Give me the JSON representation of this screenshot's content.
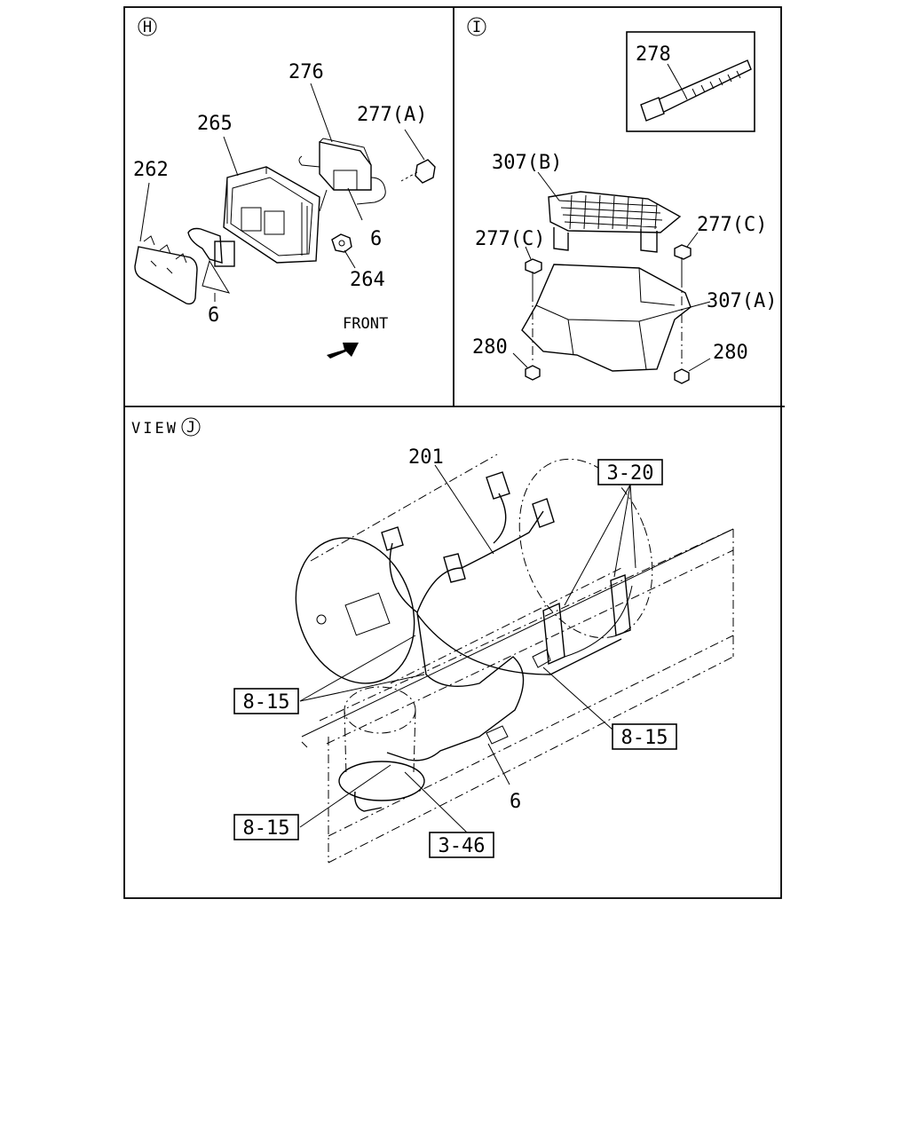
{
  "panels": {
    "h": {
      "marker": "H",
      "labels": {
        "p276": "276",
        "p277a": "277(A)",
        "p265": "265",
        "p262": "262",
        "p6a": "6",
        "p264": "264",
        "p6b": "6",
        "front": "FRONT"
      }
    },
    "i": {
      "marker": "I",
      "labels": {
        "p278": "278",
        "p307b": "307(B)",
        "p277c_left": "277(C)",
        "p277c_right": "277(C)",
        "p307a": "307(A)",
        "p280_left": "280",
        "p280_right": "280"
      }
    },
    "j": {
      "view_prefix": "VIEW",
      "marker": "J",
      "labels": {
        "p201": "201",
        "ref_3_20": "3-20",
        "ref_8_15_left": "8-15",
        "ref_8_15_right": "8-15",
        "ref_8_15_bottom": "8-15",
        "ref_3_46": "3-46",
        "p6": "6"
      }
    }
  },
  "colors": {
    "line": "#000000",
    "background": "#ffffff"
  }
}
